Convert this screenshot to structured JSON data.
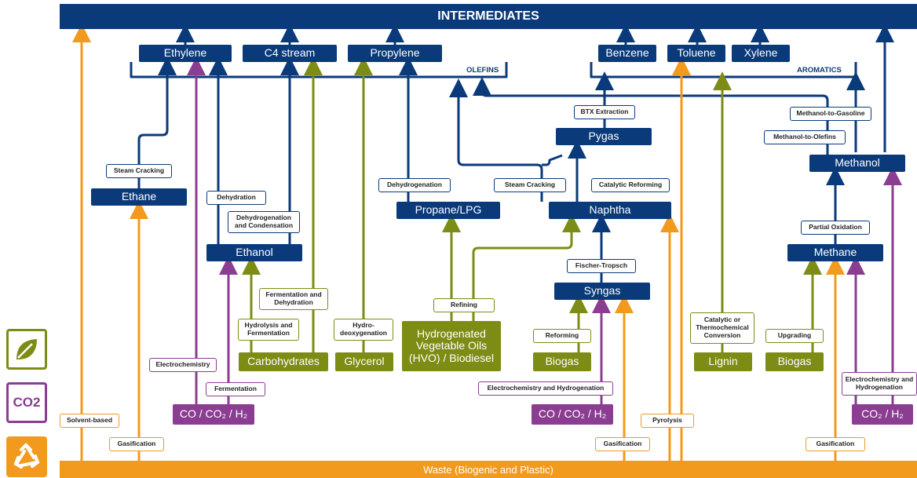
{
  "top_bar": "INTERMEDIATES",
  "bottom_bar": "Waste (Biogenic and Plastic)",
  "groups": {
    "olefins": "OLEFINS",
    "aromatics": "AROMATICS"
  },
  "legend": {
    "co2_icon": "CO2"
  },
  "nodes": {
    "ethylene": "Ethylene",
    "c4": "C4 stream",
    "propylene": "Propylene",
    "benzene": "Benzene",
    "toluene": "Toluene",
    "xylene": "Xylene",
    "ethane": "Ethane",
    "ethanol": "Ethanol",
    "propane": "Propane/LPG",
    "naphtha": "Naphtha",
    "pygas": "Pygas",
    "syngas": "Syngas",
    "methanol": "Methanol",
    "methane": "Methane",
    "carbohydrates": "Carbohydrates",
    "glycerol": "Glycerol",
    "hvo": "Hydrogenated Vegetable Oils (HVO) / Biodiesel",
    "biogas1": "Biogas",
    "lignin": "Lignin",
    "biogas2": "Biogas",
    "co_co2_h2_a": "CO / CO₂ / H₂",
    "co_co2_h2_b": "CO / CO₂ / H₂",
    "co2_h2": "CO₂ / H₂"
  },
  "process_labels": {
    "steam_cracking_1": "Steam Cracking",
    "dehydration": "Dehydration",
    "dehydrogenation_condensation": "Dehydrogenation and Condensation",
    "fermentation_dehydration": "Fermentation and Dehydration",
    "hydrolysis_fermentation": "Hydrolysis and Fermentation",
    "hydrodeoxygenation": "Hydro- deoxygenation",
    "electrochemistry_1": "Electrochemistry",
    "fermentation": "Fermentation",
    "solvent_based": "Solvent-based",
    "gasification_1": "Gasification",
    "dehydrogenation": "Dehydrogenation",
    "steam_cracking_2": "Steam Cracking",
    "catalytic_reforming": "Catalytic Reforming",
    "refining": "Refining",
    "btx_extraction": "BTX Extraction",
    "fischer_tropsch": "Fischer-Tropsch",
    "reforming": "Reforming",
    "electrochem_hydrogenation_1": "Electrochemistry and Hydrogenation",
    "gasification_2": "Gasification",
    "pyrolysis": "Pyrolysis",
    "catalytic_thermochemical": "Catalytic or Thermochemical Conversion",
    "methanol_to_gasoline": "Methanol-to-Gasoline",
    "methanol_to_olefins": "Methanol-to-Olefins",
    "partial_oxidation": "Partial Oxidation",
    "upgrading": "Upgrading",
    "electrochem_hydrogenation_2": "Electrochemistry and Hydrogenation",
    "gasification_3": "Gasification"
  },
  "colors": {
    "navy": "#0a3a7a",
    "green": "#7d8c14",
    "purple": "#8a3d91",
    "orange": "#f29a1e"
  }
}
